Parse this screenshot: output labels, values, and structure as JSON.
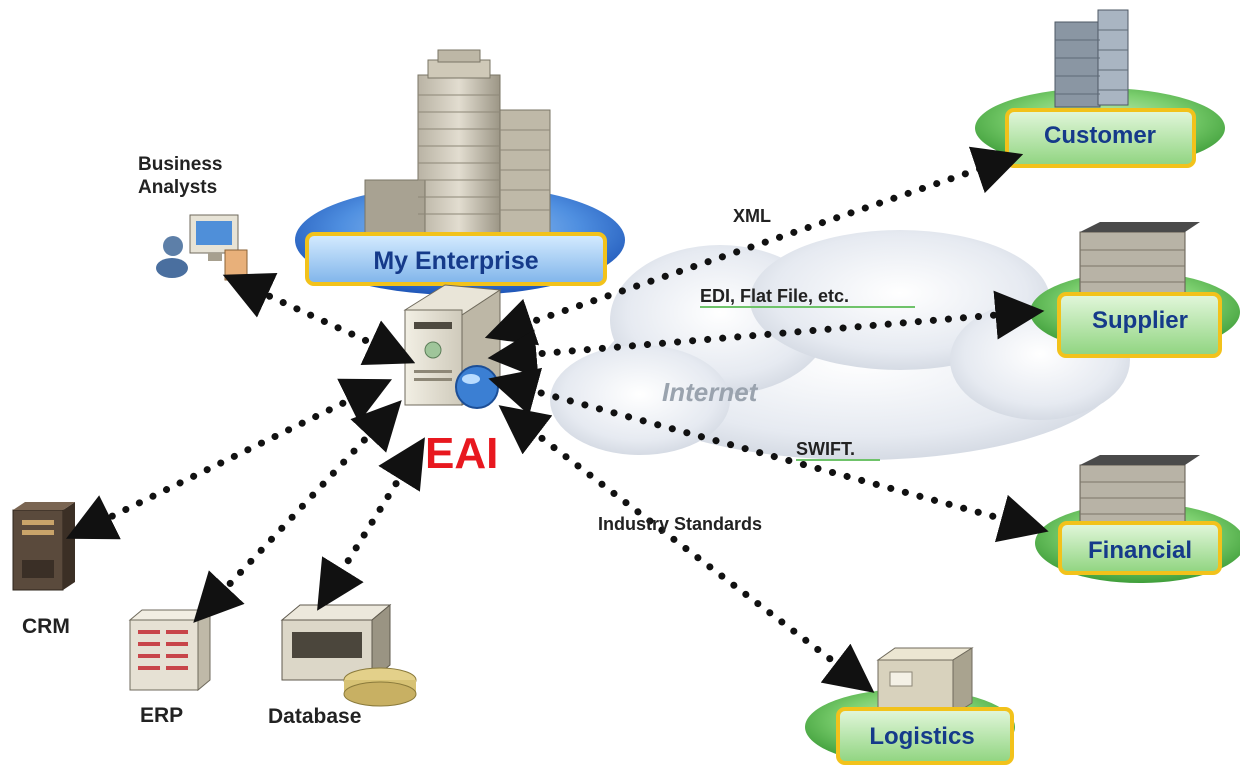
{
  "center": {
    "label": "EAI"
  },
  "enterprise": {
    "label": "My Enterprise"
  },
  "cloud": {
    "label": "Internet"
  },
  "analysts": {
    "line1": "Business",
    "line2": "Analysts"
  },
  "internal_nodes": {
    "crm": "CRM",
    "erp": "ERP",
    "database": "Database"
  },
  "partners": {
    "customer": "Customer",
    "supplier": "Supplier",
    "financial": "Financial",
    "logistics": "Logistics"
  },
  "links": {
    "xml": "XML",
    "edi": "EDI, Flat File, etc.",
    "swift": "SWIFT.",
    "industry": "Industry Standards"
  },
  "colors": {
    "ellipse_green": "#5fbf5a",
    "ellipse_blue": "#2f6fd0",
    "label_border": "#f2c21b",
    "label_text": "#153a8a",
    "eai_red": "#e8181f",
    "dots": "#111111"
  }
}
